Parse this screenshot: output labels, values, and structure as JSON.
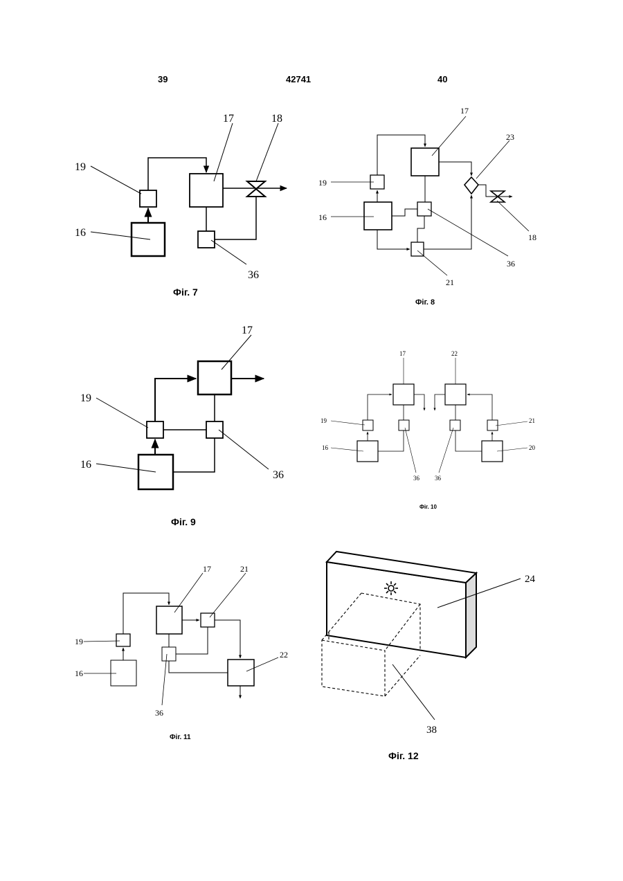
{
  "header": {
    "left": "39",
    "center": "42741",
    "right": "40"
  },
  "fig7": {
    "caption": "Фіг. 7",
    "labels": {
      "l17": "17",
      "l18": "18",
      "l19": "19",
      "l16": "16",
      "l36": "36"
    }
  },
  "fig8": {
    "caption": "Фіг. 8",
    "labels": {
      "l17": "17",
      "l23": "23",
      "l19": "19",
      "l16": "16",
      "l18": "18",
      "l36": "36",
      "l21": "21"
    }
  },
  "fig9": {
    "caption": "Фіг. 9",
    "labels": {
      "l17": "17",
      "l19": "19",
      "l16": "16",
      "l36": "36"
    }
  },
  "fig10": {
    "caption": "Фіг. 10",
    "labels": {
      "l17": "17",
      "l22": "22",
      "l19": "19",
      "l21": "21",
      "l16": "16",
      "l20": "20",
      "l36a": "36",
      "l36b": "36"
    }
  },
  "fig11": {
    "caption": "Фіг. 11",
    "labels": {
      "l17": "17",
      "l21": "21",
      "l19": "19",
      "l22": "22",
      "l16": "16",
      "l36": "36"
    }
  },
  "fig12": {
    "caption": "Фіг. 12",
    "labels": {
      "l24": "24",
      "l38": "38"
    }
  }
}
